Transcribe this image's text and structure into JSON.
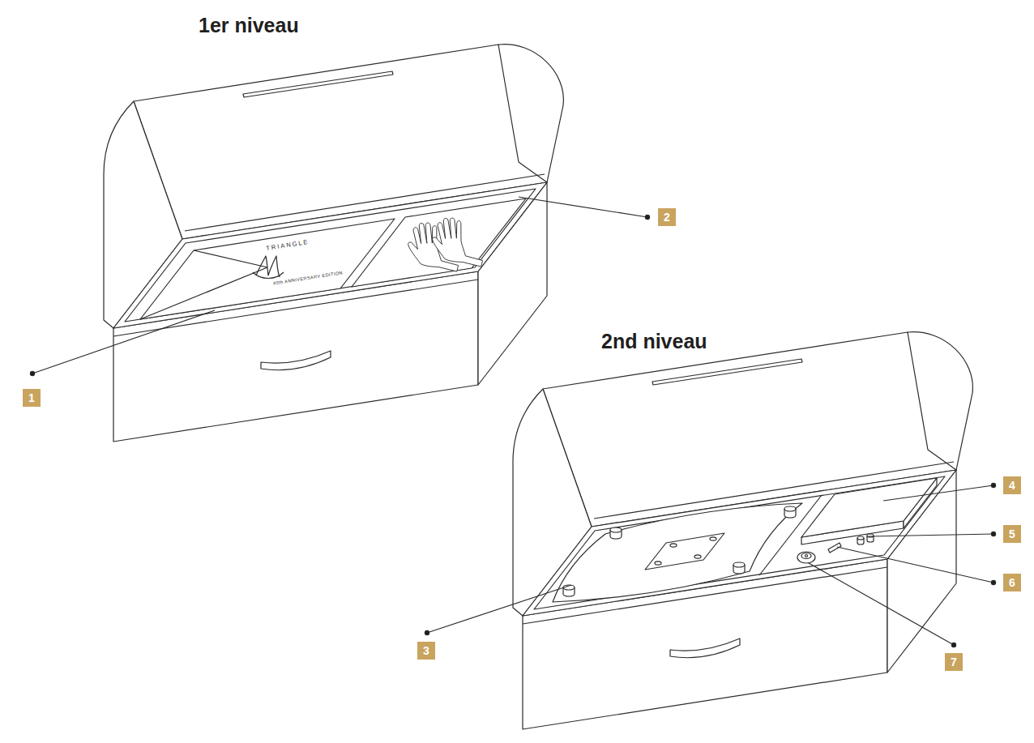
{
  "diagram": {
    "nodes": [
      {
        "text": [
          "1"
        ]
      },
      {
        "text": [
          "2"
        ]
      },
      {
        "text": [
          "3"
        ]
      },
      {
        "text": [
          "4"
        ]
      },
      {
        "text": [
          "5"
        ]
      },
      {
        "text": [
          "6"
        ]
      },
      {
        "text": [
          "7"
        ]
      }
    ],
    "labels": [
      "1er niveau",
      "TRIANGLE",
      "40th ANNIVERSARY EDITION",
      "2nd niveau"
    ]
  }
}
